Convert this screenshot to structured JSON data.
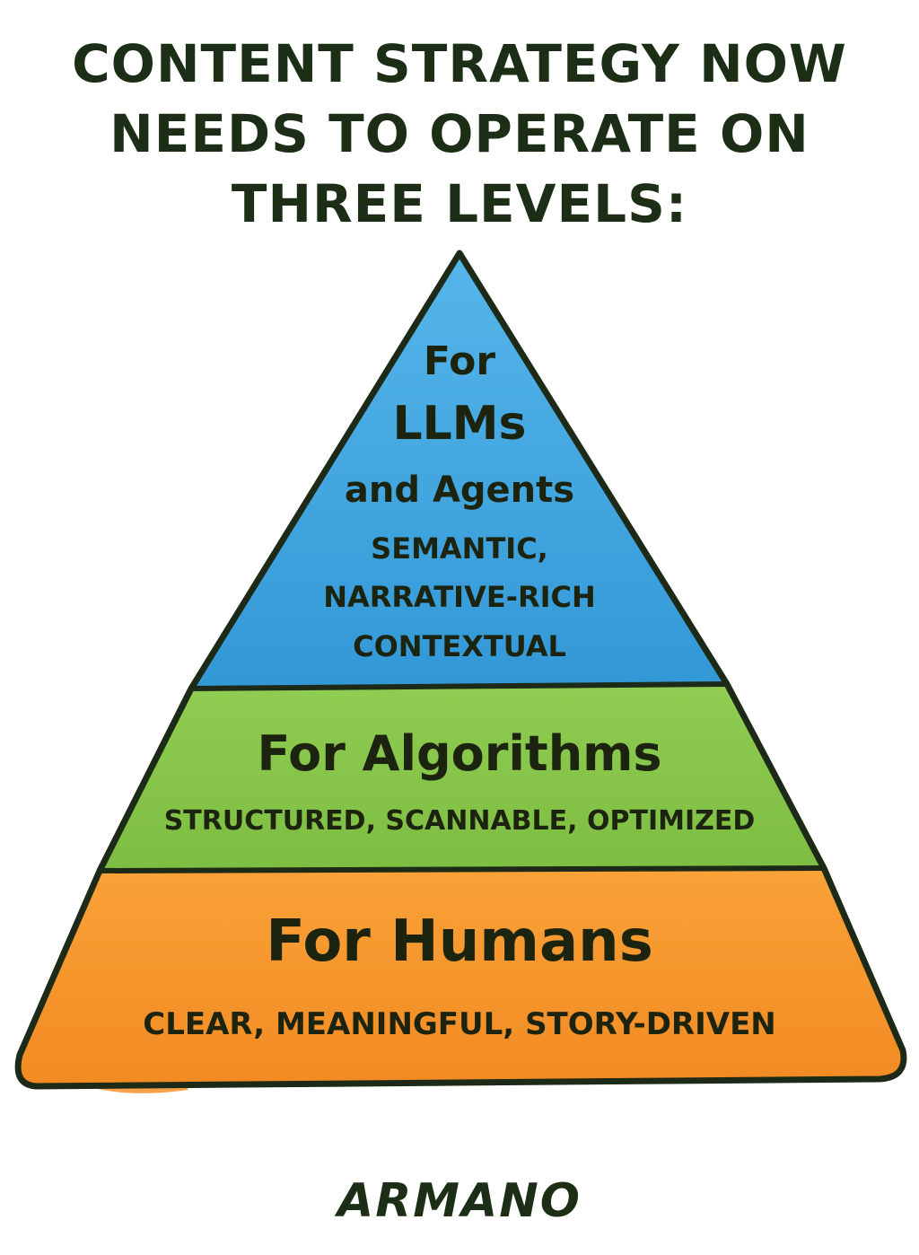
{
  "title": {
    "line1": "CONTENT STRATEGY NOW",
    "line2": "NEEDS TO OPERATE ON",
    "line3": "THREE LEVELS:"
  },
  "levels": {
    "llms": {
      "prefix": "For",
      "heading": "LLMs",
      "subheading": "and Agents",
      "desc_line1": "SEMANTIC,",
      "desc_line2": "NARRATIVE-RICH",
      "desc_line3": "CONTEXTUAL",
      "color": "#3fa4dd"
    },
    "algorithms": {
      "heading": "For Algorithms",
      "description": "STRUCTURED, SCANNABLE, OPTIMIZED",
      "color": "#86c549"
    },
    "humans": {
      "heading": "For Humans",
      "description": "CLEAR, MEANINGFUL, STORY-DRIVEN",
      "color": "#f6922a"
    }
  },
  "author": "ARMANO",
  "colors": {
    "outline": "#1d2a17",
    "text": "#1c2410"
  }
}
